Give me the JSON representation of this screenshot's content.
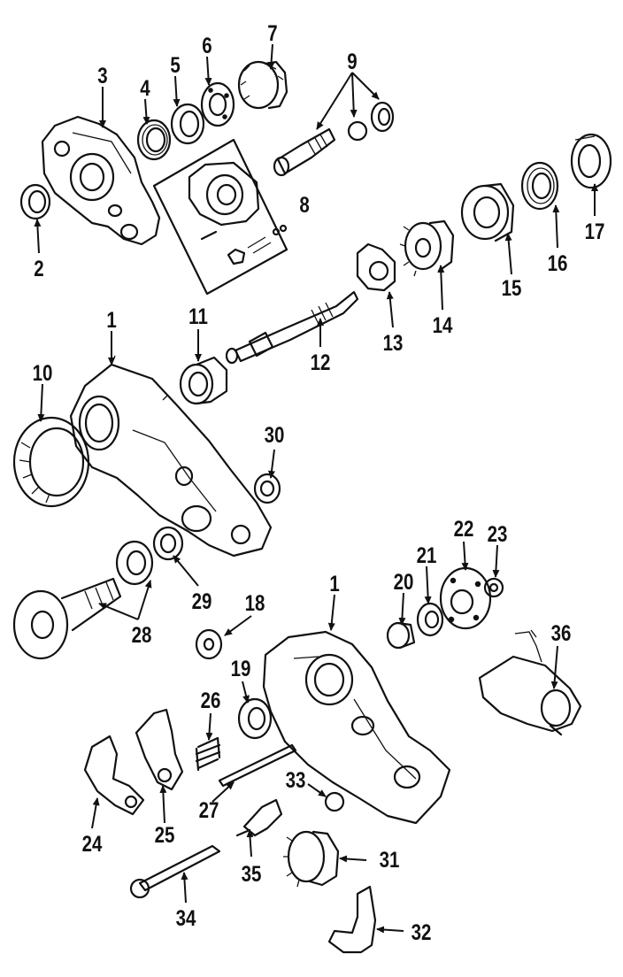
{
  "callouts": {
    "c1a": "1",
    "c1b": "1",
    "c2": "2",
    "c3": "3",
    "c4": "4",
    "c5": "5",
    "c6": "6",
    "c7": "7",
    "c8": "8",
    "c9": "9",
    "c10": "10",
    "c11": "11",
    "c12": "12",
    "c13": "13",
    "c14": "14",
    "c15": "15",
    "c16": "16",
    "c17": "17",
    "c18": "18",
    "c19": "19",
    "c20": "20",
    "c21": "21",
    "c22": "22",
    "c23": "23",
    "c24": "24",
    "c25": "25",
    "c26": "26",
    "c27": "27",
    "c28": "28",
    "c29": "29",
    "c30": "30",
    "c31": "31",
    "c32": "32",
    "c33": "33",
    "c34": "34",
    "c35": "35",
    "c36": "36"
  }
}
